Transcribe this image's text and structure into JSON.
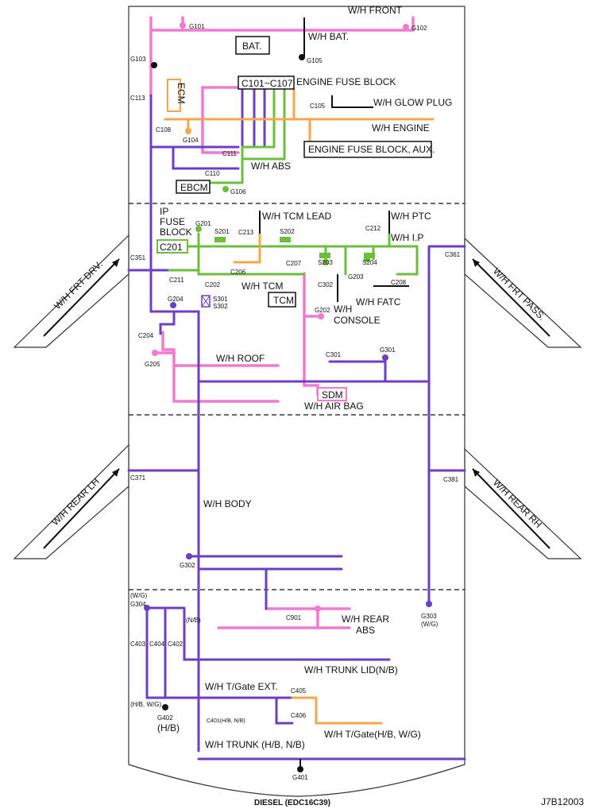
{
  "colors": {
    "purple": "#6a3fc4",
    "pink": "#ef7ad0",
    "green": "#6cbf3c",
    "orange": "#f5a54a",
    "black": "#111111",
    "outline": "#333333"
  },
  "harness_labels": {
    "front": "W/H FRONT",
    "bat": "W/H BAT.",
    "engine_fuse_block": "ENGINE FUSE BLOCK",
    "glow_plug": "W/H GLOW PLUG",
    "engine": "W/H ENGINE",
    "engine_fuse_block_aux": "ENGINE FUSE BLOCK, AUX.",
    "abs": "W/H ABS",
    "tcm_lead": "W/H TCM LEAD",
    "ptc": "W/H PTC",
    "ip": "W/H I.P",
    "tcm": "W/H TCM",
    "fatc": "W/H FATC",
    "console_1": "W/H",
    "console_2": "CONSOLE",
    "roof": "W/H ROOF",
    "air_bag": "W/H AIR BAG",
    "body": "W/H BODY",
    "rear_abs_1": "W/H REAR",
    "rear_abs_2": "ABS",
    "trunk_lid": "W/H TRUNK LID(N/B)",
    "tgate_ext": "W/H T/Gate EXT.",
    "tgate": "W/H T/Gate(H/B, W/G)",
    "trunk": "W/H TRUNK (H/B, N/B)",
    "frt_drv": "W/H FRT DRV.",
    "frt_pass": "W/H FRT PASS.",
    "rear_lh": "W/H REAR LH",
    "rear_rh": "W/H REAR RH",
    "ip_fuse_1": "IP",
    "ip_fuse_2": "FUSE",
    "ip_fuse_3": "BLOCK"
  },
  "components": {
    "bat": "BAT.",
    "fuse_block_conn": "C101~C107",
    "ecm": "ECM",
    "ebcm": "EBCM",
    "ip_fuse_conn": "C201",
    "tcm": "TCM",
    "sdm": "SDM"
  },
  "connectors": {
    "G101": "G101",
    "G102": "G102",
    "G103": "G103",
    "G105": "G105",
    "C113": "C113",
    "C105": "C105",
    "C108": "C108",
    "G104": "G104",
    "C111": "C111",
    "C110": "C110",
    "G106": "G106",
    "G201": "G201",
    "S201": "S201",
    "C213": "C213",
    "S202": "S202",
    "C212": "C212",
    "C351": "C351",
    "C361": "C361",
    "S203": "S203",
    "S204": "S204",
    "C207": "C207",
    "C206": "C206",
    "G203": "G203",
    "C211": "C211",
    "C202": "C202",
    "C302": "C302",
    "C208": "C208",
    "S301": "S301",
    "S302": "S302",
    "G204": "G204",
    "G202": "G202",
    "C204": "C204",
    "G205": "G205",
    "C301": "C301",
    "G301": "G301",
    "C371": "C371",
    "C381": "C381",
    "G302": "G302",
    "C901": "C901",
    "G304": "G304",
    "W_G_1": "(W/G)",
    "N_B_1": "(N/B)",
    "G303": "G303",
    "W_G_2": "(W/G)",
    "C403": "C403",
    "C404": "C404",
    "C402": "C402",
    "HB_WG": "(H/B, W/G)",
    "G402": "G402",
    "H_B": "(H/B)",
    "C405": "C405",
    "C406": "C406",
    "C401": "C401(H/B, N/B)",
    "G401": "G401"
  },
  "footer": {
    "title": "DIESEL (EDC16C39)",
    "code": "J7B12003"
  }
}
